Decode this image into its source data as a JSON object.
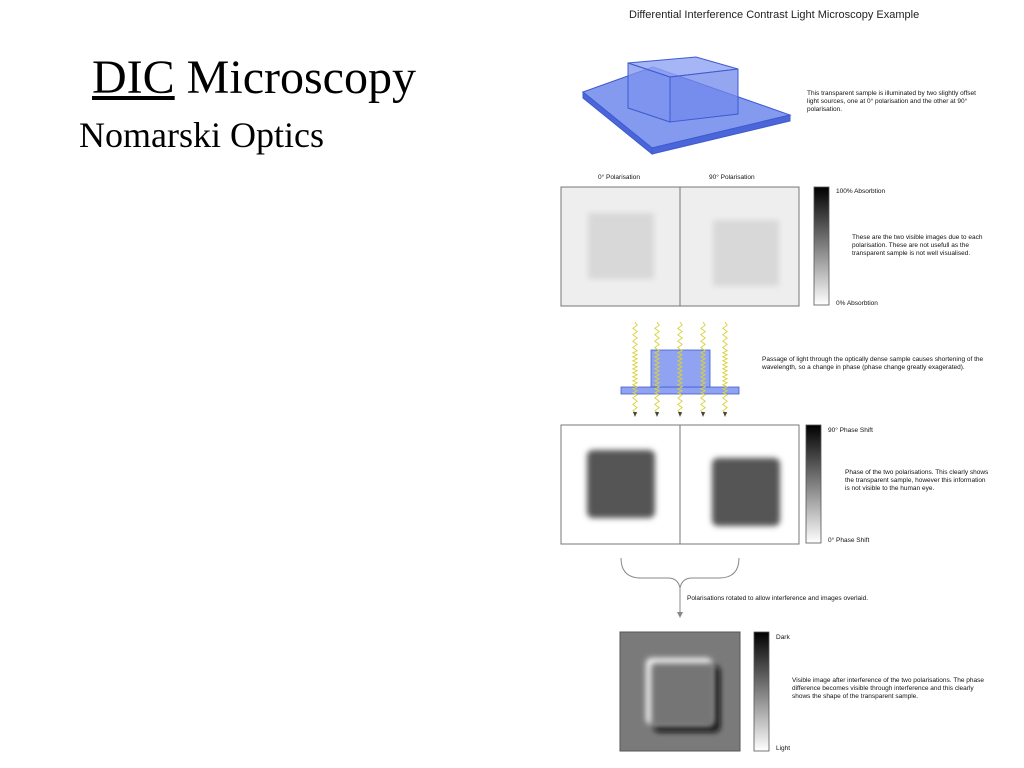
{
  "slide": {
    "title_main": "DIC",
    "title_rest": " Microscopy",
    "subtitle": "Nomarski Optics"
  },
  "diagram": {
    "title": "Differential Interference Contrast Light Microscopy Example",
    "sample_note": "This transparent sample is illuminated by two slightly offset light sources, one at 0° polarisation and the other at 90° polarisation.",
    "label_0_pol": "0° Polarisation",
    "label_90_pol": "90° Polarisation",
    "absorption_top": "100% Absorbtion",
    "absorption_bottom": "0% Absorbtion",
    "absorption_note": "These are the two visible images due to each polarisation. These are not usefull as the transparent sample is not well visualised.",
    "passage_note": "Passage of light through the optically dense sample causes shortening of the wavelength, so a change in phase (phase change greatly exagerated).",
    "phase_top": "90° Phase Shift",
    "phase_bottom": "0° Phase Shift",
    "phase_note": "Phase of the two polarisations. This clearly shows the transparent sample, however this information is not visible to the human eye.",
    "overlay_note": "Polarisations rotated to allow interference and images overlaid.",
    "final_top": "Dark",
    "final_bottom": "Light",
    "final_note": "Visible image after interference of the two polarisations. The phase difference becomes visible through interference and this clearly shows the shape of the transparent sample."
  },
  "colors": {
    "sample_blue": "#5b78e6",
    "sample_blue_light": "#8fa3f2",
    "panel_bg": "#eeeeee",
    "dark_square": "#555555",
    "final_bg": "#7a7a7a",
    "wave_yellow": "#d8d23a"
  }
}
